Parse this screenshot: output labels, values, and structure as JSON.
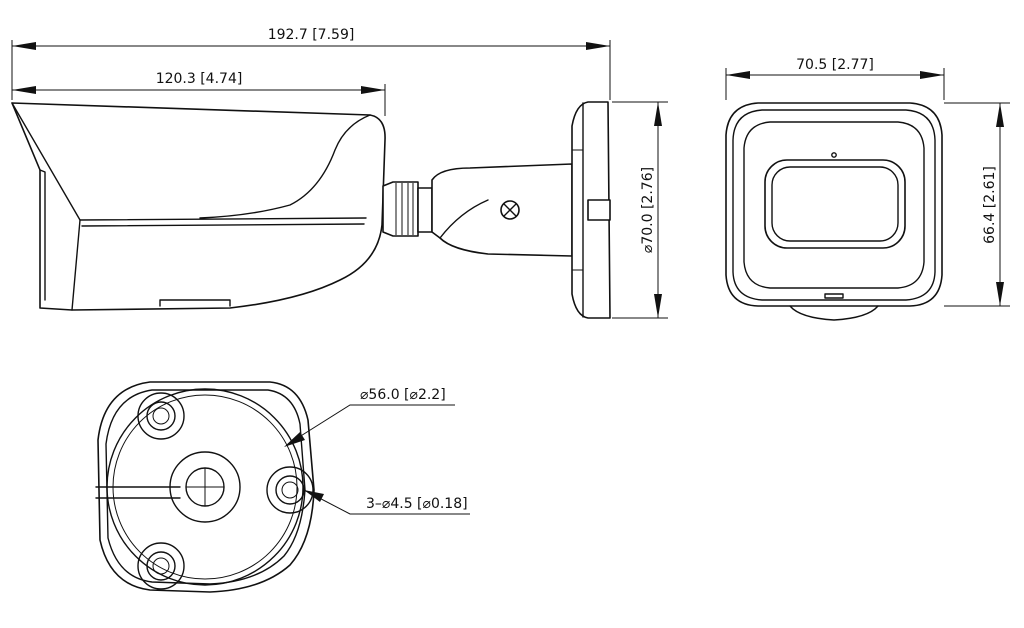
{
  "dimensions": {
    "overall_length": "192.7 [7.59]",
    "housing_length": "120.3 [4.74]",
    "mount_diameter": "⌀70.0 [2.76]",
    "front_width": "70.5 [2.77]",
    "front_height": "66.4 [2.61]",
    "base_diameter": "⌀56.0 [⌀2.2]",
    "hole_spec": "3–⌀4.5 [⌀0.18]"
  }
}
